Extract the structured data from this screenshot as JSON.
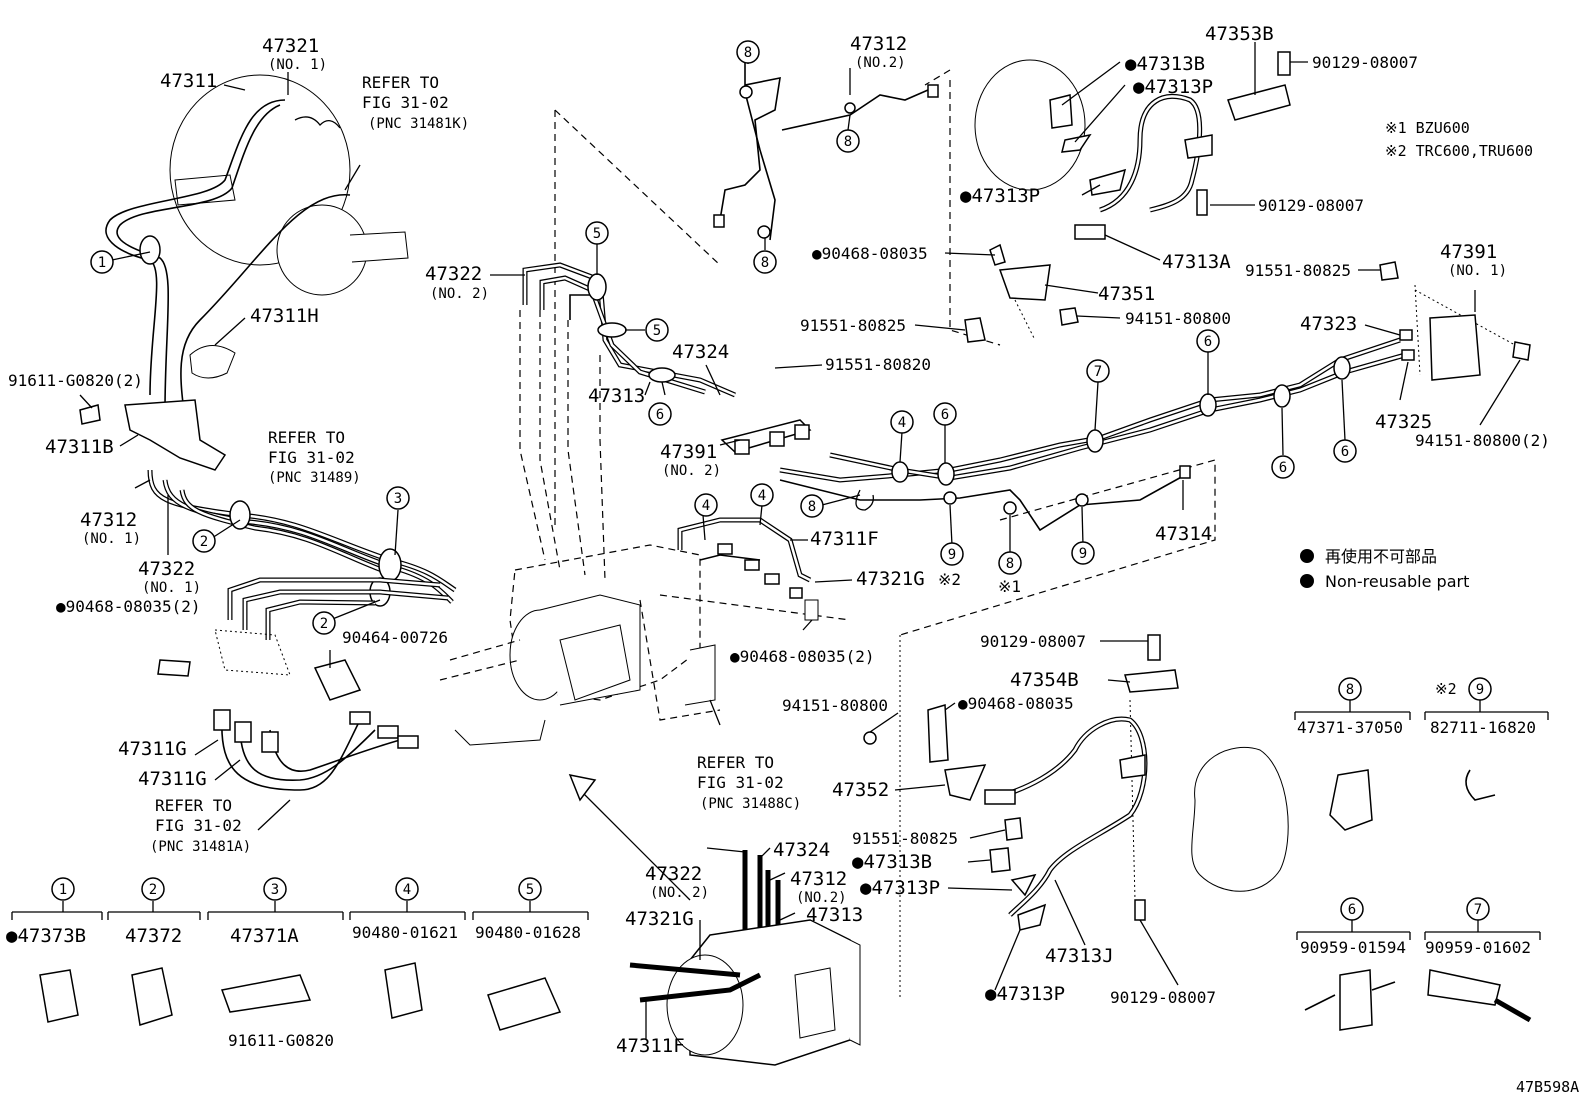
{
  "diagram_code": "47B598A",
  "notes": {
    "model1": "※1 BZU600",
    "model2": "※2 TRC600,TRU600",
    "legend_jp": "再使用不可部品",
    "legend_en": "Non-reusable part"
  },
  "refer": {
    "r1": {
      "l1": "REFER TO",
      "l2": "FIG 31-02",
      "l3": "(PNC 31481K)"
    },
    "r2": {
      "l1": "REFER TO",
      "l2": "FIG 31-02",
      "l3": "(PNC 31489)"
    },
    "r3": {
      "l1": "REFER TO",
      "l2": "FIG 31-02",
      "l3": "(PNC 31481A)"
    },
    "r4": {
      "l1": "REFER TO",
      "l2": "FIG 31-02",
      "l3": "(PNC 31488C)"
    }
  },
  "labels": {
    "p47321": "47321",
    "p47321_sub": "(NO. 1)",
    "p47311": "47311",
    "p47311H": "47311H",
    "p91611_2": "91611-G0820(2)",
    "p47311B": "47311B",
    "p47312_1": "47312",
    "p47312_1_sub": "(NO. 1)",
    "p47322_1": "47322",
    "p47322_1_sub": "(NO. 1)",
    "p90468_2a": "●90468-08035(2)",
    "p90464": "90464-00726",
    "p47311G_a": "47311G",
    "p47311G_b": "47311G",
    "p47312_2": "47312",
    "p47312_2_sub": "(NO.2)",
    "p47322_2": "47322",
    "p47322_2_sub": "(NO. 2)",
    "p47313": "47313",
    "p47324": "47324",
    "p91551_80820": "91551-80820",
    "p47391_2": "47391",
    "p47391_2_sub": "(NO. 2)",
    "p47311F": "47311F",
    "p47321G": "47321G",
    "p47321G_mark": "※2",
    "p90468_2b": "●90468-08035(2)",
    "p47314": "47314",
    "mark1": "※1",
    "p47353B": "47353B",
    "p47313B_top": "●47313B",
    "p47313P_top": "●47313P",
    "p90129_a": "90129-08007",
    "p47313P_mid": "●47313P",
    "p90129_b": "90129-08007",
    "p90468_top": "●90468-08035",
    "p47313A": "47313A",
    "p47351": "47351",
    "p91551_a": "91551-80825",
    "p94151_a": "94151-80800",
    "p47391_1": "47391",
    "p47391_1_sub": "(NO. 1)",
    "p91551_b": "91551-80825",
    "p47323": "47323",
    "p47325": "47325",
    "p94151_2": "94151-80800(2)",
    "p90129_c": "90129-08007",
    "p47354B": "47354B",
    "p94151_b": "94151-80800",
    "p90468_mid": "●90468-08035",
    "p47352": "47352",
    "p91551_c": "91551-80825",
    "p47313B_bot": "●47313B",
    "p47313P_bot": "●47313P",
    "p47313J": "47313J",
    "p47313P_low": "●47313P",
    "p90129_d": "90129-08007",
    "ab47322": "47322",
    "ab47322_sub": "(NO. 2)",
    "ab47324": "47324",
    "ab47312": "47312",
    "ab47312_sub": "(NO.2)",
    "ab47313": "47313",
    "ab47321G": "47321G",
    "ab47311F": "47311F"
  },
  "clamps": [
    {
      "num": "1",
      "part": "●47373B"
    },
    {
      "num": "2",
      "part": "47372"
    },
    {
      "num": "3",
      "part": "47371A",
      "extra": "91611-G0820"
    },
    {
      "num": "4",
      "part": "90480-01621"
    },
    {
      "num": "5",
      "part": "90480-01628"
    },
    {
      "num": "8",
      "part": "47371-37050"
    },
    {
      "num": "9",
      "part": "82711-16820",
      "mark": "※2"
    },
    {
      "num": "6",
      "part": "90959-01594"
    },
    {
      "num": "7",
      "part": "90959-01602"
    }
  ],
  "callouts": [
    "1",
    "2",
    "2",
    "3",
    "4",
    "4",
    "4",
    "5",
    "5",
    "6",
    "6",
    "6",
    "6",
    "6",
    "7",
    "8",
    "8",
    "8",
    "8",
    "8",
    "9"
  ]
}
